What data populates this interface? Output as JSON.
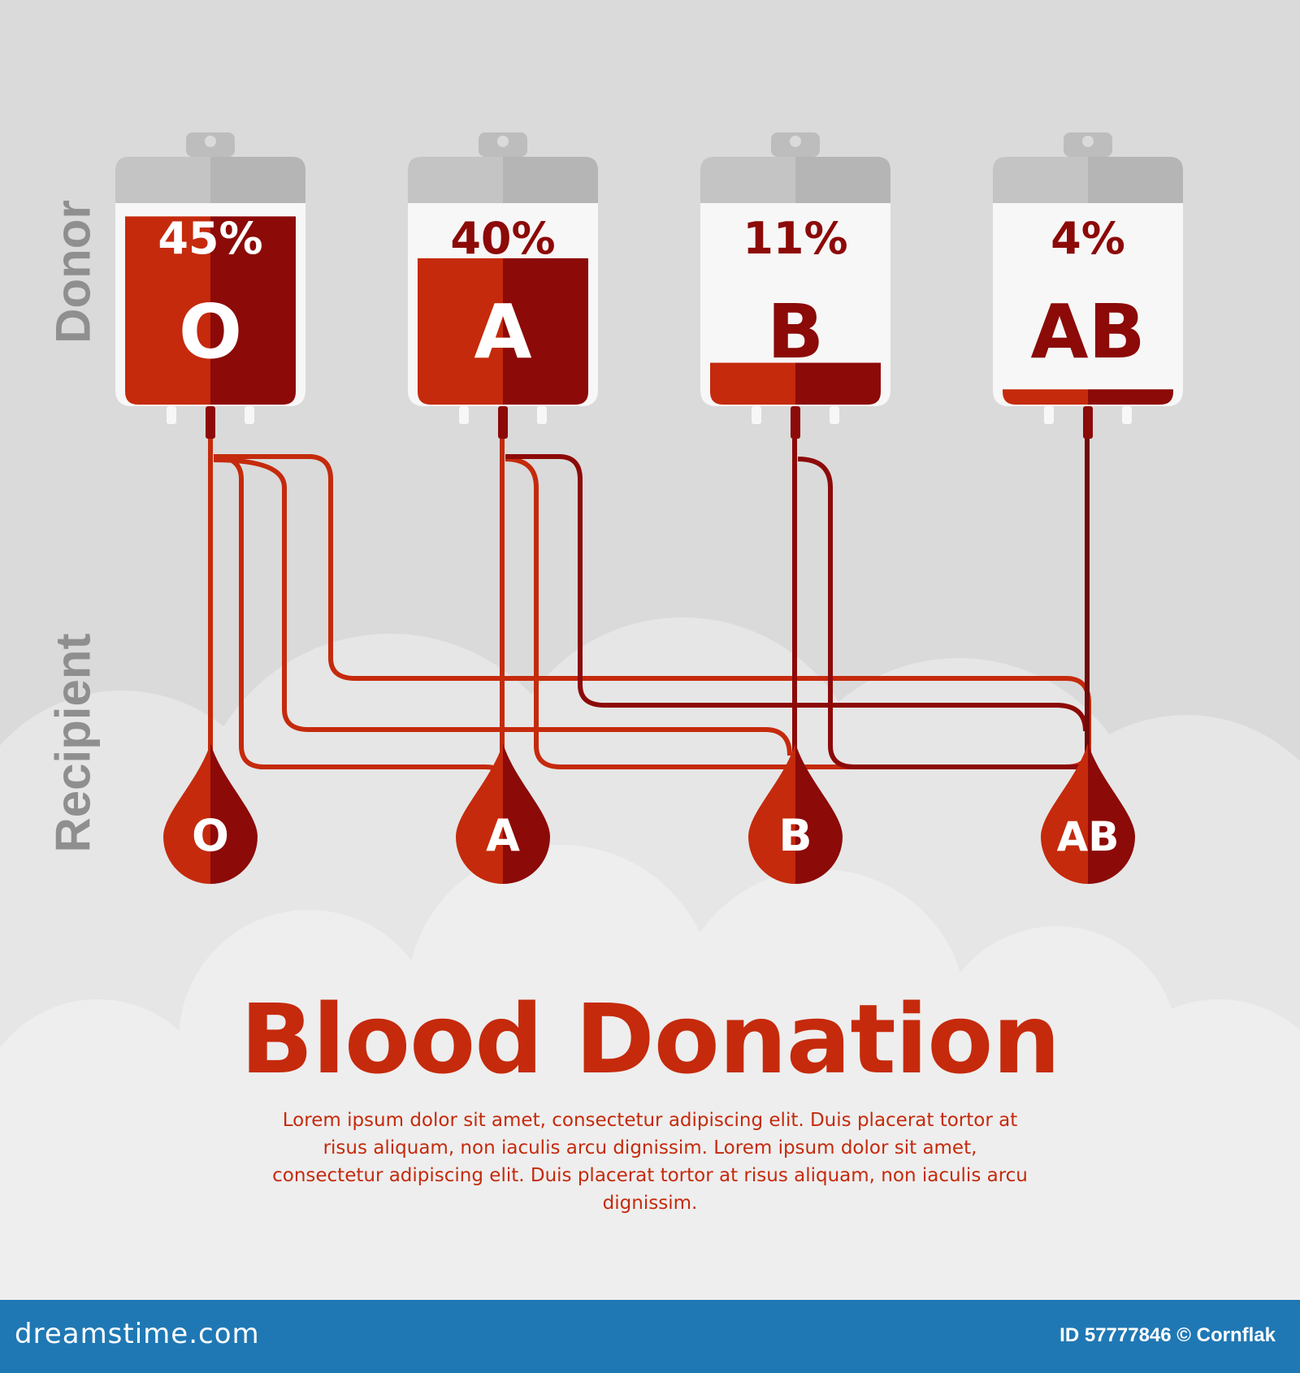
{
  "labels": {
    "donor": "Donor",
    "recipient": "Recipient"
  },
  "donors": [
    {
      "type": "O",
      "percent": "45%",
      "fill": 0.99
    },
    {
      "type": "A",
      "percent": "40%",
      "fill": 0.77
    },
    {
      "type": "B",
      "percent": "11%",
      "fill": 0.22
    },
    {
      "type": "AB",
      "percent": "4%",
      "fill": 0.08
    }
  ],
  "recipients": [
    {
      "type": "O"
    },
    {
      "type": "A"
    },
    {
      "type": "B"
    },
    {
      "type": "AB"
    }
  ],
  "compatibility": [
    {
      "from": "O",
      "to": [
        "O",
        "A",
        "B",
        "AB"
      ]
    },
    {
      "from": "A",
      "to": [
        "A",
        "AB"
      ]
    },
    {
      "from": "B",
      "to": [
        "B",
        "AB"
      ]
    },
    {
      "from": "AB",
      "to": [
        "AB"
      ]
    }
  ],
  "title": "Blood Donation",
  "description": "Lorem ipsum dolor sit amet, consectetur adipiscing elit. Duis placerat tortor at risus aliquam, non iaculis arcu dignissim. Lorem ipsum dolor sit amet, consectetur adipiscing elit. Duis placerat tortor at risus aliquam, non iaculis arcu dignissim.",
  "footer": {
    "brand": "dreamstime.com",
    "credit": "ID 57777846 © Cornflak"
  },
  "colors": {
    "background": "#dadada",
    "cloud": "#e8e8e8",
    "blood_light": "#c52a0c",
    "blood_dark": "#8c0a08",
    "bag_white": "#f7f7f7",
    "bag_cap": "#c4c4c4",
    "label_gray": "#8f8f8f",
    "footer": "#1f78b4"
  }
}
